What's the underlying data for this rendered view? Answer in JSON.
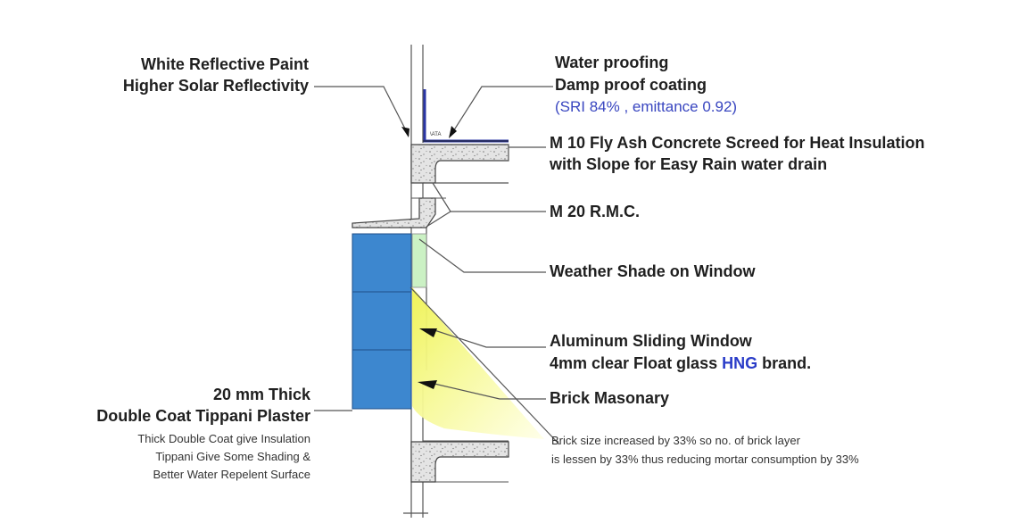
{
  "colors": {
    "plaster_blue": "#3d87cf",
    "highlight_blue": "#2a3cc8",
    "light_yellow": "#fbfdb0",
    "bright_yellow": "#f2f25a",
    "glass_green": "#cbf1c4",
    "line_gray": "#555555",
    "concrete_gray": "#d9d9d9"
  },
  "labels": {
    "paint_line1": "White Reflective Paint",
    "paint_line2": "Higher Solar Reflectivity",
    "waterproof_line1": "Water proofing",
    "waterproof_line2": "Damp proof coating",
    "waterproof_sri": "(SRI 84% , emittance 0.92)",
    "screed_line1": "M 10 Fly Ash Concrete Screed for Heat Insulation",
    "screed_line2": "with Slope for Easy Rain water drain",
    "rmc": "M 20  R.M.C.",
    "weather_shade": "Weather Shade on Window",
    "window_line1": "Aluminum Sliding Window",
    "window_line2_a": "4mm clear Float glass ",
    "window_line2_brand": "HNG",
    "window_line2_b": " brand.",
    "brick_title": "Brick Masonary",
    "brick_note1": "Brick size increased by 33% so no. of brick layer",
    "brick_note2": "is lessen by 33% thus reducing mortar consumption by 33%",
    "plaster_line1": "20 mm Thick",
    "plaster_line2": "Double Coat Tippani Plaster",
    "plaster_note1": "Thick Double Coat give Insulation",
    "plaster_note2": "Tippani Give Some Shading &",
    "plaster_note3": "Better Water Repelent Surface",
    "tiny_tag": "\\ATA"
  }
}
